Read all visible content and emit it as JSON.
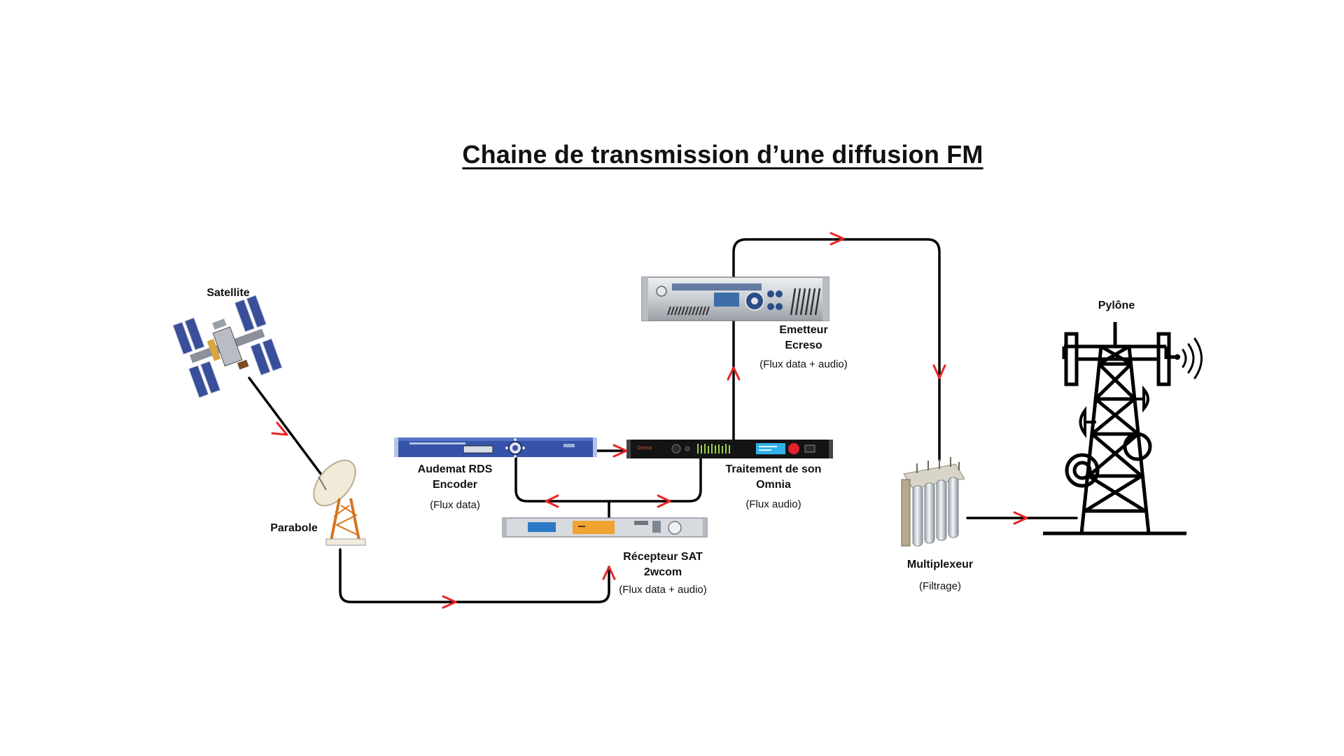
{
  "title": "Chaine de transmission d’une diffusion FM",
  "nodes": {
    "satellite": {
      "label": "Satellite"
    },
    "parabole": {
      "label": "Parabole"
    },
    "rds": {
      "label_line1": "Audemat RDS",
      "label_line2": "Encoder",
      "note": "(Flux data)"
    },
    "omnia": {
      "label_line1": "Traitement de son",
      "label_line2": "Omnia",
      "note": "(Flux audio)"
    },
    "receiver": {
      "label_line1": "Récepteur SAT",
      "label_line2": "2wcom",
      "note": "(Flux data + audio)"
    },
    "emetteur": {
      "label_line1": "Emetteur",
      "label_line2": "Ecreso",
      "note": "(Flux data + audio)"
    },
    "multiplexeur": {
      "label": "Multiplexeur",
      "note": "(Filtrage)"
    },
    "pylone": {
      "label": "Pylône"
    }
  },
  "colors": {
    "line": "#000000",
    "arrow": "#e82424",
    "rds_blue": "#3553a8",
    "receiver_orange": "#f0a330",
    "omnia_red": "#e0232a",
    "chassis_grey": "#c8ccd0"
  }
}
